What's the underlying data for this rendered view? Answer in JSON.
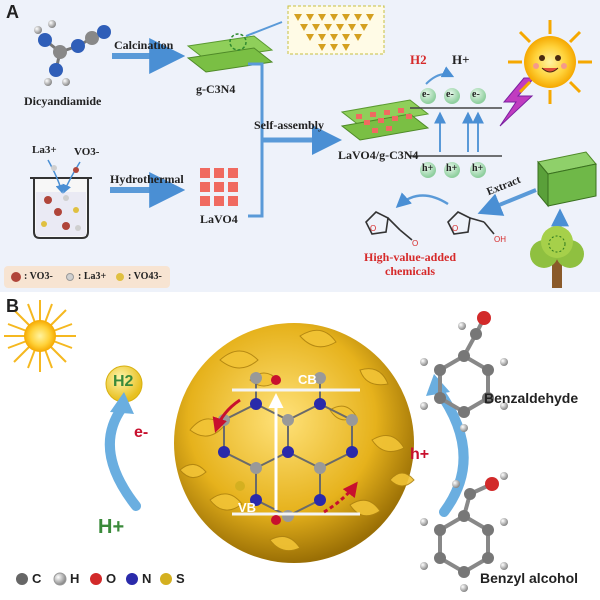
{
  "panel_a": {
    "letter": "A",
    "dicyandiamide": "Dicyandiamide",
    "calcination": "Calcination",
    "gcn": "g-C3N4",
    "self_assembly": "Self-assembly",
    "hydrothermal": "Hydrothermal",
    "lavo4": "LaVO4",
    "composite": "LaVO4/g-C3N4",
    "la_ion": "La3+",
    "vo_ion": "VO3-",
    "h2": "H2",
    "h_plus": "H+",
    "electron": "e-",
    "hole": "h+",
    "extract": "Extract",
    "products": "High-value-added chemicals",
    "legend": {
      "vo3": ": VO3-",
      "la3": ": La3+",
      "vo4": ": VO43-"
    }
  },
  "panel_b": {
    "letter": "B",
    "cb": "CB",
    "vb": "VB",
    "h2": "H2",
    "e_minus": "e-",
    "h_plus_left": "H+",
    "h_plus_right": "h+",
    "benzaldehyde": "Benzaldehyde",
    "benzyl_alcohol": "Benzyl alcohol",
    "legend": [
      "C",
      "H",
      "O",
      "N",
      "S"
    ]
  },
  "colors": {
    "panel_a_bg": "#eef2fa",
    "lavo4_red": "#f06a60",
    "arrow_blue": "#5a9ad8",
    "hole_green": "#3a8a3a",
    "products_red": "#d62a2a",
    "sphere_yellow": "#e8b51e"
  }
}
